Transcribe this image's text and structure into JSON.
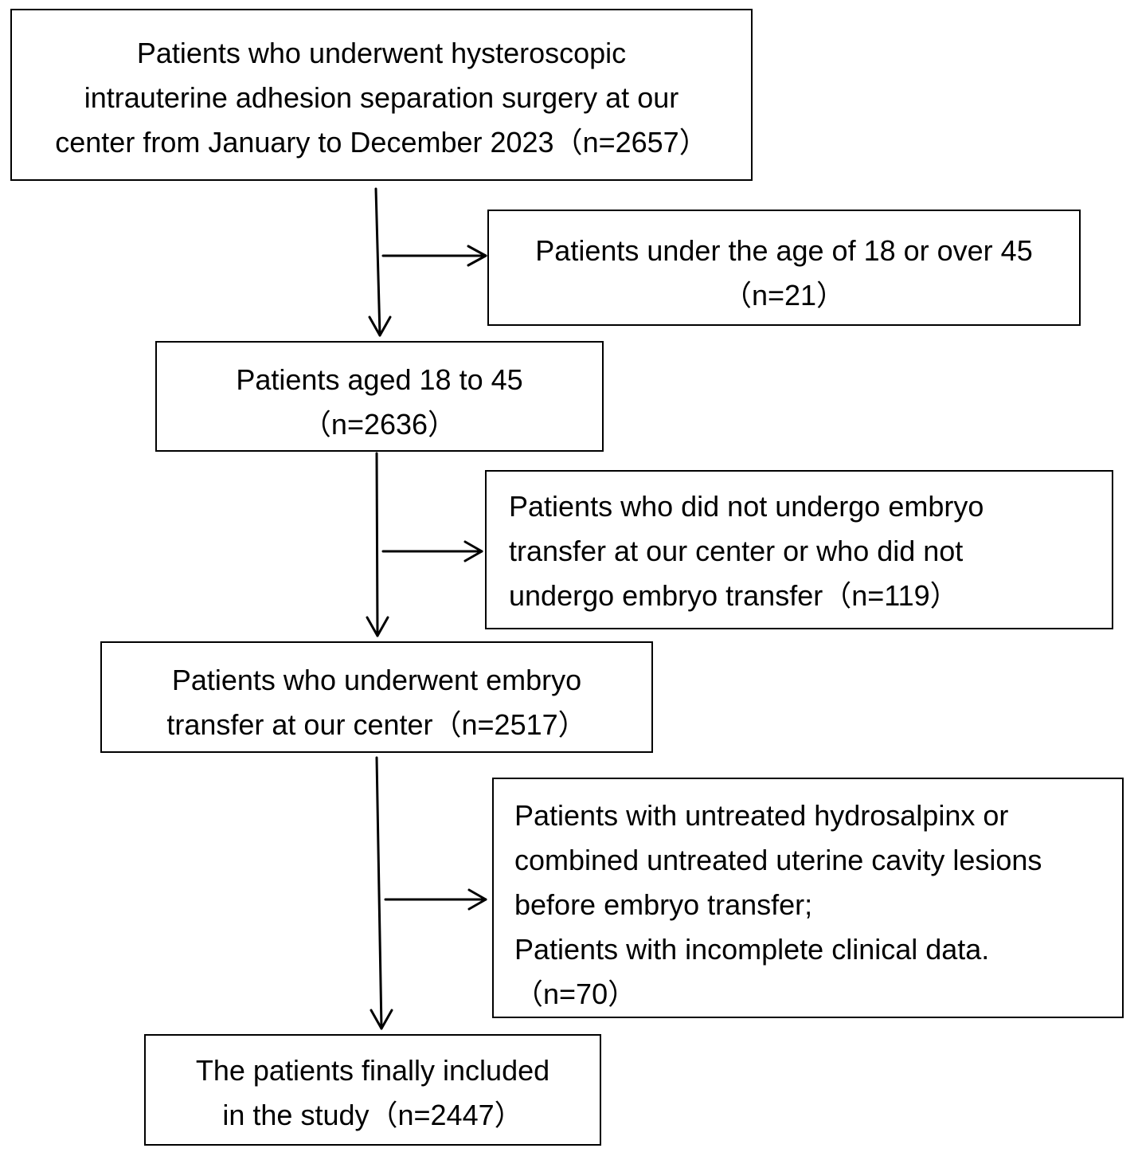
{
  "flow": {
    "start": {
      "lines": [
        "Patients who underwent hysteroscopic",
        "intrauterine adhesion separation surgery at our",
        "center from January to December 2023（n=2657）"
      ]
    },
    "exclusion_1": {
      "lines": [
        "Patients under the age of 18 or over 45",
        "（n=21）"
      ]
    },
    "step_2": {
      "lines": [
        "Patients aged 18 to 45",
        "（n=2636）"
      ]
    },
    "exclusion_2": {
      "lines": [
        "Patients who did not undergo embryo",
        "transfer at our center or who did not",
        "undergo embryo transfer（n=119）"
      ]
    },
    "step_3": {
      "lines": [
        "Patients who underwent embryo",
        "transfer at our center（n=2517）"
      ]
    },
    "exclusion_3": {
      "lines": [
        "Patients with untreated hydrosalpinx or",
        "combined untreated uterine cavity lesions",
        "before embryo transfer;",
        "Patients with incomplete clinical data.",
        "（n=70）"
      ]
    },
    "final": {
      "lines": [
        "The patients finally included",
        "in the study（n=2447）"
      ]
    }
  }
}
